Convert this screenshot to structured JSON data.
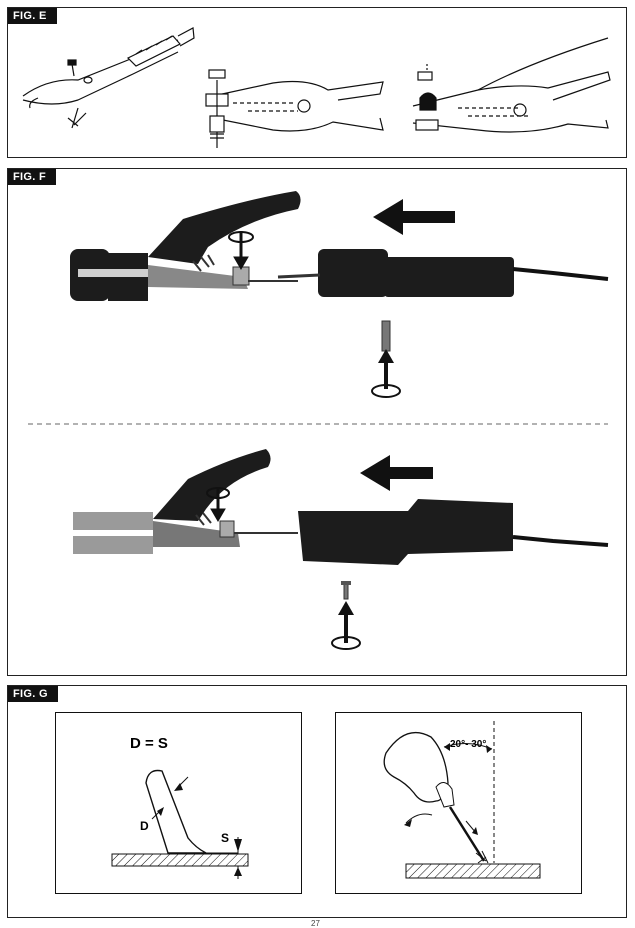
{
  "fig_e": {
    "label": "FIG. E"
  },
  "fig_f": {
    "label": "FIG. F"
  },
  "fig_g": {
    "label": "FIG. G",
    "equation": "D = S",
    "label_d": "D",
    "label_s": "S",
    "angle": "20°- 30°"
  },
  "page_number": "27",
  "colors": {
    "ink": "#111111",
    "rubber": "#1c1c1c",
    "grey_jaw": "#9a9a9a"
  }
}
